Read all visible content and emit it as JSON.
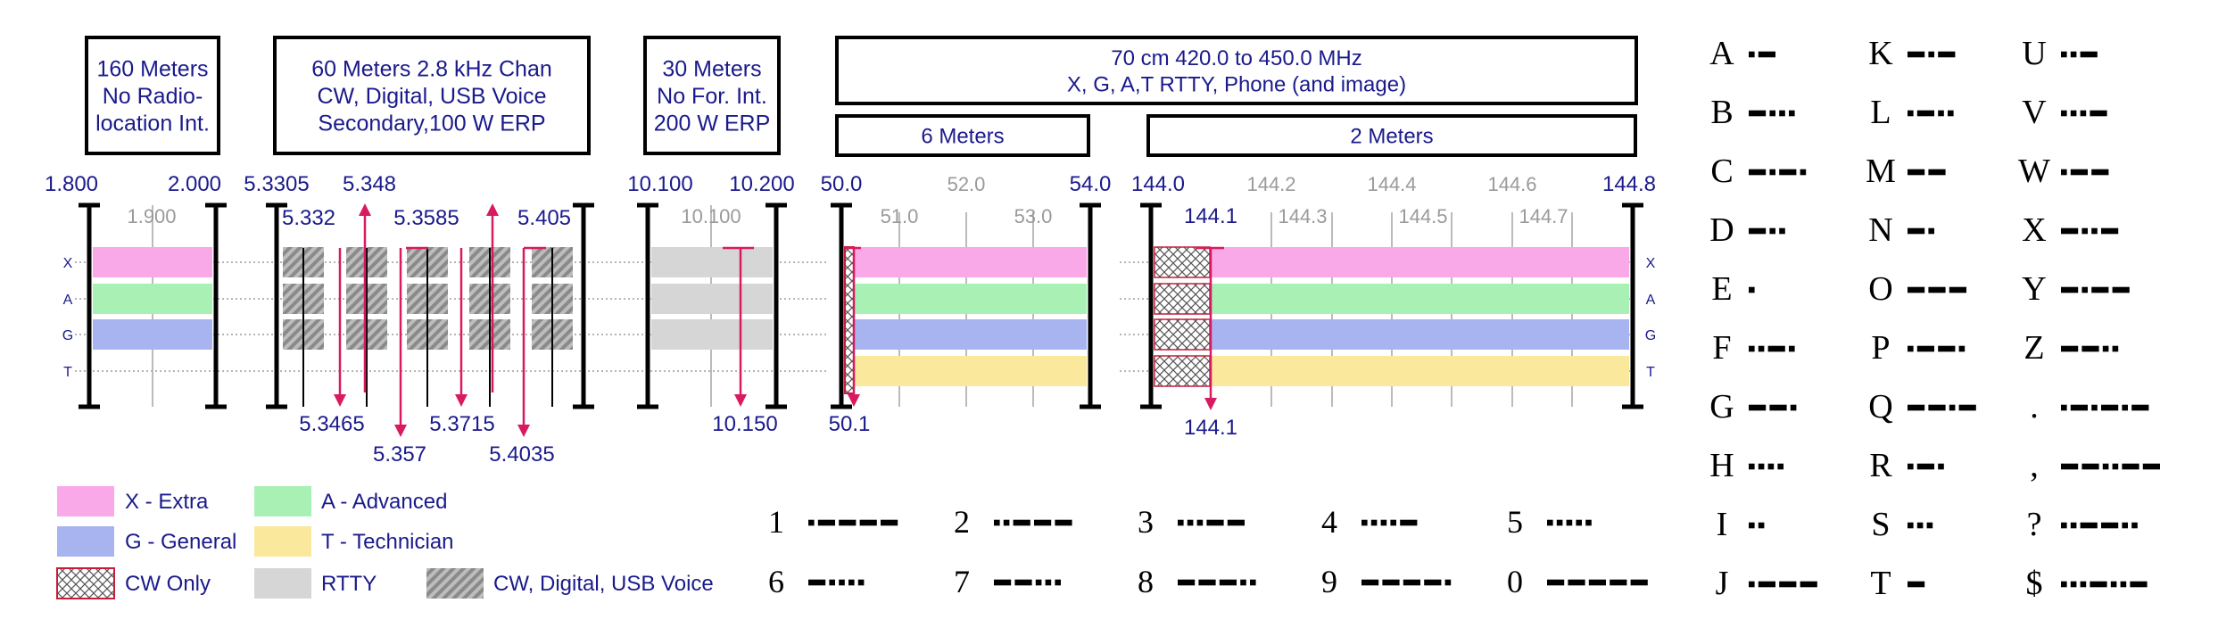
{
  "colors": {
    "extra": "#f9a8e8",
    "advanced": "#a8f0b4",
    "general": "#a8b4f0",
    "technician": "#fae89c",
    "rtty": "#d6d6d6",
    "hatch": "#8a8a8a",
    "cw_border": "#c41e3a",
    "marker": "#d81b60",
    "label": "#1a1a8c",
    "gray_label": "#9a9a9a",
    "box_border": "#000000"
  },
  "class_rows": {
    "left": [
      "X",
      "A",
      "G",
      "T"
    ],
    "right": [
      "X",
      "A",
      "G",
      "T"
    ]
  },
  "bands": [
    {
      "id": "b160",
      "title_lines": [
        "160 Meters",
        "No Radio-",
        "location Int."
      ],
      "edge_labels": [
        "1.800",
        "2.000"
      ],
      "inner_labels": [
        "1.900"
      ]
    },
    {
      "id": "b60",
      "title_lines": [
        "60 Meters 2.8 kHz Chan",
        "CW, Digital, USB Voice",
        "Secondary,100 W ERP"
      ],
      "top_labels": [
        "5.3305",
        "5.348"
      ],
      "sub_labels": [
        "5.332",
        "5.3585",
        "5.405"
      ],
      "bottom_labels": [
        "5.3465",
        "5.357",
        "5.3715",
        "5.4035"
      ]
    },
    {
      "id": "b30",
      "title_lines": [
        "30 Meters",
        "No For. Int.",
        "200 W ERP"
      ],
      "edge_labels": [
        "10.100",
        "10.200"
      ],
      "inner_labels": [
        "10.100"
      ],
      "bottom_labels": [
        "10.150"
      ]
    },
    {
      "id": "b6",
      "title": "6 Meters",
      "edge_labels": [
        "50.0",
        "54.0"
      ],
      "inner_top": [
        "52.0"
      ],
      "inner_sub": [
        "51.0",
        "53.0"
      ],
      "bottom_labels": [
        "50.1"
      ]
    },
    {
      "id": "b2",
      "title": "2 Meters",
      "edge_labels": [
        "144.0",
        "144.8"
      ],
      "inner_top": [
        "144.2",
        "144.4",
        "144.6"
      ],
      "inner_sub": [
        "144.3",
        "144.5",
        "144.7"
      ],
      "marker_top": "144.1",
      "bottom_labels": [
        "144.1"
      ]
    }
  ],
  "uhf_box": {
    "lines": [
      "70 cm  420.0 to 450.0 MHz",
      "X, G, A,T RTTY, Phone (and image)"
    ]
  },
  "legend": [
    {
      "key": "extra",
      "label": "X - Extra"
    },
    {
      "key": "advanced",
      "label": "A - Advanced"
    },
    {
      "key": "general",
      "label": "G - General"
    },
    {
      "key": "technician",
      "label": "T - Technician"
    },
    {
      "key": "cw",
      "label": "CW Only"
    },
    {
      "key": "rtty",
      "label": "RTTY"
    },
    {
      "key": "cwdig",
      "label": "CW, Digital, USB Voice"
    }
  ],
  "digits": [
    {
      "ch": "1",
      "code": ".----"
    },
    {
      "ch": "2",
      "code": "..---"
    },
    {
      "ch": "3",
      "code": "...--"
    },
    {
      "ch": "4",
      "code": "....-"
    },
    {
      "ch": "5",
      "code": "....."
    },
    {
      "ch": "6",
      "code": "-...."
    },
    {
      "ch": "7",
      "code": "--..."
    },
    {
      "ch": "8",
      "code": "---.."
    },
    {
      "ch": "9",
      "code": "----."
    },
    {
      "ch": "0",
      "code": "-----"
    }
  ],
  "letters": [
    {
      "ch": "A",
      "code": ".-"
    },
    {
      "ch": "B",
      "code": "-..."
    },
    {
      "ch": "C",
      "code": "-.-."
    },
    {
      "ch": "D",
      "code": "-.."
    },
    {
      "ch": "E",
      "code": "."
    },
    {
      "ch": "F",
      "code": "..-."
    },
    {
      "ch": "G",
      "code": "--."
    },
    {
      "ch": "H",
      "code": "...."
    },
    {
      "ch": "I",
      "code": ".."
    },
    {
      "ch": "J",
      "code": ".---"
    },
    {
      "ch": "K",
      "code": "-.-"
    },
    {
      "ch": "L",
      "code": ".-.."
    },
    {
      "ch": "M",
      "code": "--"
    },
    {
      "ch": "N",
      "code": "-."
    },
    {
      "ch": "O",
      "code": "---"
    },
    {
      "ch": "P",
      "code": ".--."
    },
    {
      "ch": "Q",
      "code": "--.-"
    },
    {
      "ch": "R",
      "code": ".-."
    },
    {
      "ch": "S",
      "code": "..."
    },
    {
      "ch": "T",
      "code": "-"
    },
    {
      "ch": "U",
      "code": "..-"
    },
    {
      "ch": "V",
      "code": "...-"
    },
    {
      "ch": "W",
      "code": ".--"
    },
    {
      "ch": "X",
      "code": "-..-"
    },
    {
      "ch": "Y",
      "code": "-.--"
    },
    {
      "ch": "Z",
      "code": "--.."
    },
    {
      "ch": ".",
      "code": ".-.-.-"
    },
    {
      "ch": ",",
      "code": "--..--"
    },
    {
      "ch": "?",
      "code": "..--.."
    },
    {
      "ch": "$",
      "code": "...-..-"
    }
  ]
}
